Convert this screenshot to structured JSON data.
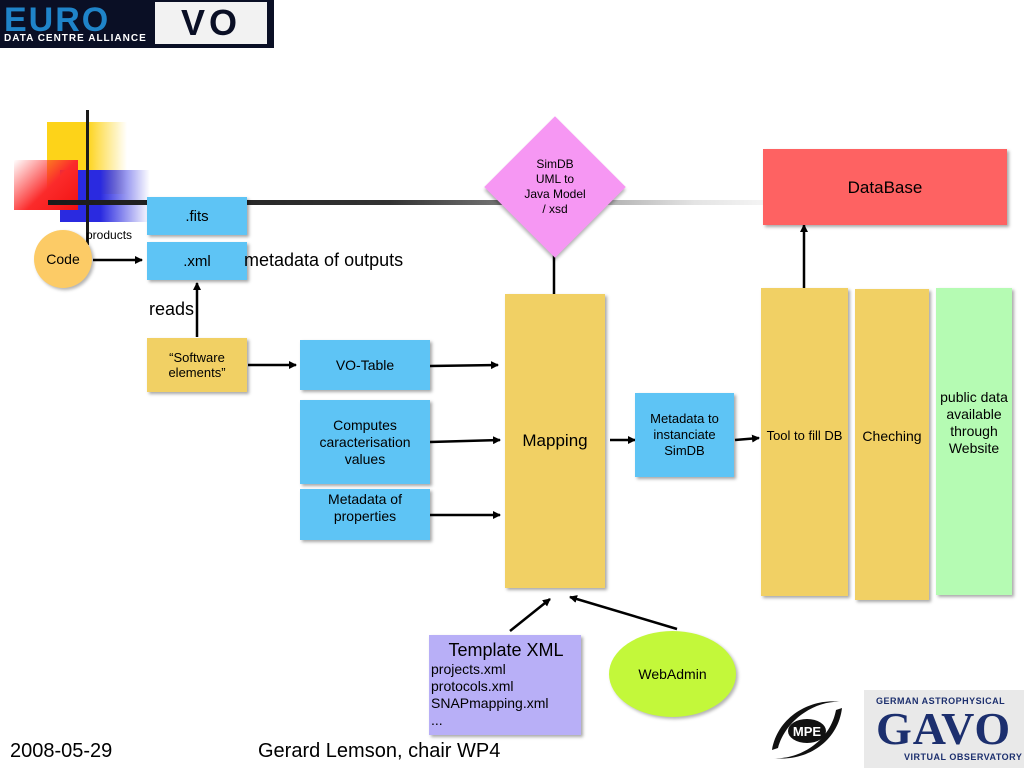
{
  "logos": {
    "euro_top": "EURO",
    "euro_vo": "VO",
    "euro_bottom": "DATA CENTRE ALLIANCE",
    "mpe": "MPE",
    "gavo_top": "GERMAN ASTROPHYSICAL",
    "gavo_main": "GAVO",
    "gavo_bottom": "VIRTUAL OBSERVATORY"
  },
  "nodes": {
    "fits": ".fits",
    "xml": ".xml",
    "products": "products",
    "code": "Code",
    "metadata_outputs": "metadata of outputs",
    "reads": "reads",
    "software_elements": "“Software\nelements”",
    "vo_table": "VO-Table",
    "computes": "Computes\ncaracterisation\nvalues",
    "metadata_properties": "Metadata of\nproperties",
    "mapping": "Mapping",
    "simdb": "SimDB\nUML to\nJava Model\n/ xsd",
    "metadata_simdb": "Metadata to\ninstanciate\nSimDB",
    "database": "DataBase",
    "tool": "Tool to fill DB",
    "checking": "Cheching",
    "public": "public data\navailable\nthrough\nWebsite",
    "webadmin": "WebAdmin"
  },
  "template": {
    "title": "Template XML",
    "items": [
      "projects.xml",
      "protocols.xml",
      "SNAPmapping.xml",
      "..."
    ]
  },
  "footer": {
    "date": "2008-05-29",
    "author": "Gerard Lemson, chair WP4"
  },
  "colors": {
    "blue": "#5ec4f5",
    "yellow": "#f1d064",
    "green": "#b5fbb3",
    "red": "#fe6262",
    "pink": "#f697f3",
    "lavender": "#b8aff7",
    "lime": "#c3f83a",
    "orange": "#fccb66"
  }
}
